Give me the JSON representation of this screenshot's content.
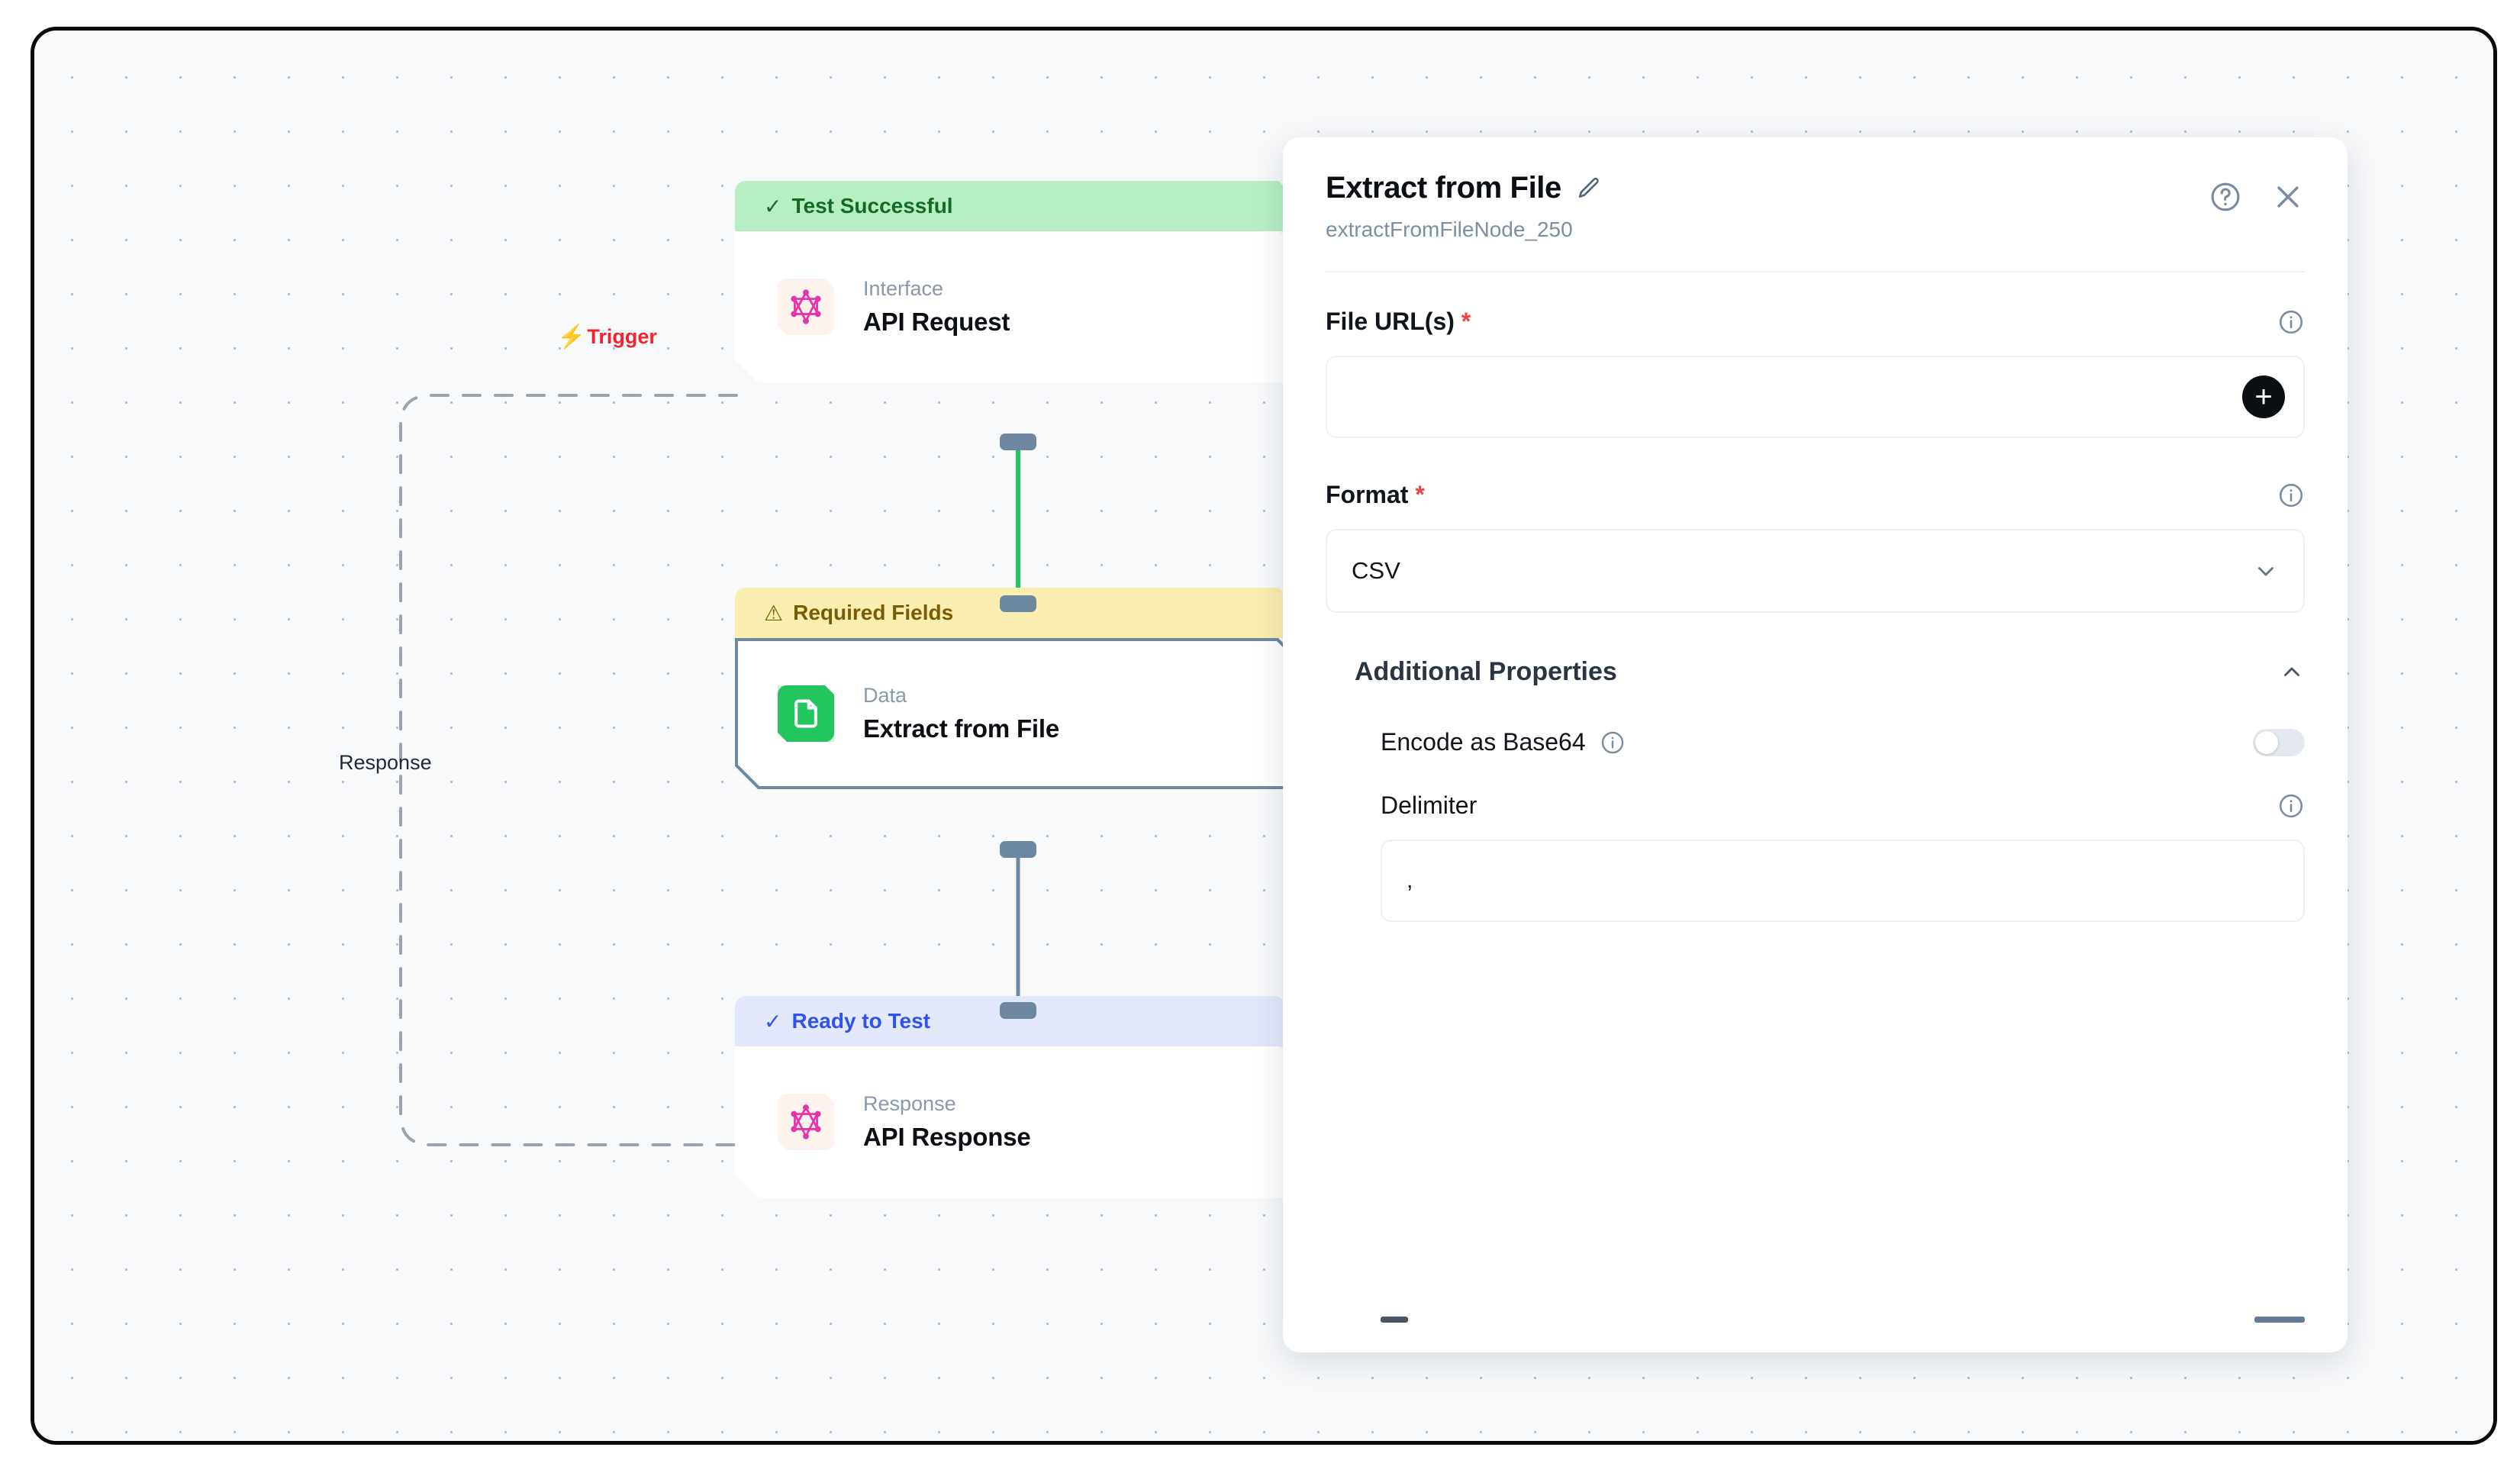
{
  "canvas": {
    "edges": [
      {
        "label": "Trigger",
        "icon": "bolt-icon",
        "color": "#f5222d"
      },
      {
        "label": "Response",
        "color": "#1f2937"
      }
    ],
    "nodes": [
      {
        "status": "Test Successful",
        "status_icon": "check-icon",
        "status_variant": "ok",
        "category": "Interface",
        "title": "API Request",
        "icon": "graphql-icon"
      },
      {
        "status": "Required Fields",
        "status_icon": "warning-icon",
        "status_variant": "warn",
        "category": "Data",
        "title": "Extract from File",
        "icon": "file-document-icon",
        "selected": true
      },
      {
        "status": "Ready to Test",
        "status_icon": "check-icon",
        "status_variant": "ready",
        "category": "Response",
        "title": "API Response",
        "icon": "graphql-icon"
      }
    ]
  },
  "panel": {
    "title": "Extract from File",
    "edit_icon": "pencil-icon",
    "subtitle": "extractFromFileNode_250",
    "help_icon": "question-circle-icon",
    "close_icon": "close-icon",
    "fields": {
      "file_urls": {
        "label": "File URL(s)",
        "required_marker": "*",
        "value": "",
        "placeholder": "",
        "info_icon": "info-icon",
        "add_icon": "plus-icon",
        "add_label": "+"
      },
      "format": {
        "label": "Format",
        "required_marker": "*",
        "value": "CSV",
        "info_icon": "info-icon",
        "chevron_icon": "chevron-down-icon",
        "options": [
          "CSV"
        ]
      }
    },
    "additional_properties": {
      "title": "Additional Properties",
      "collapse_icon": "chevron-up-icon",
      "encode_base64": {
        "label": "Encode as Base64",
        "info_icon": "info-icon",
        "enabled": false
      },
      "delimiter": {
        "label": "Delimiter",
        "info_icon": "info-icon",
        "value": ",",
        "placeholder": ""
      }
    }
  }
}
